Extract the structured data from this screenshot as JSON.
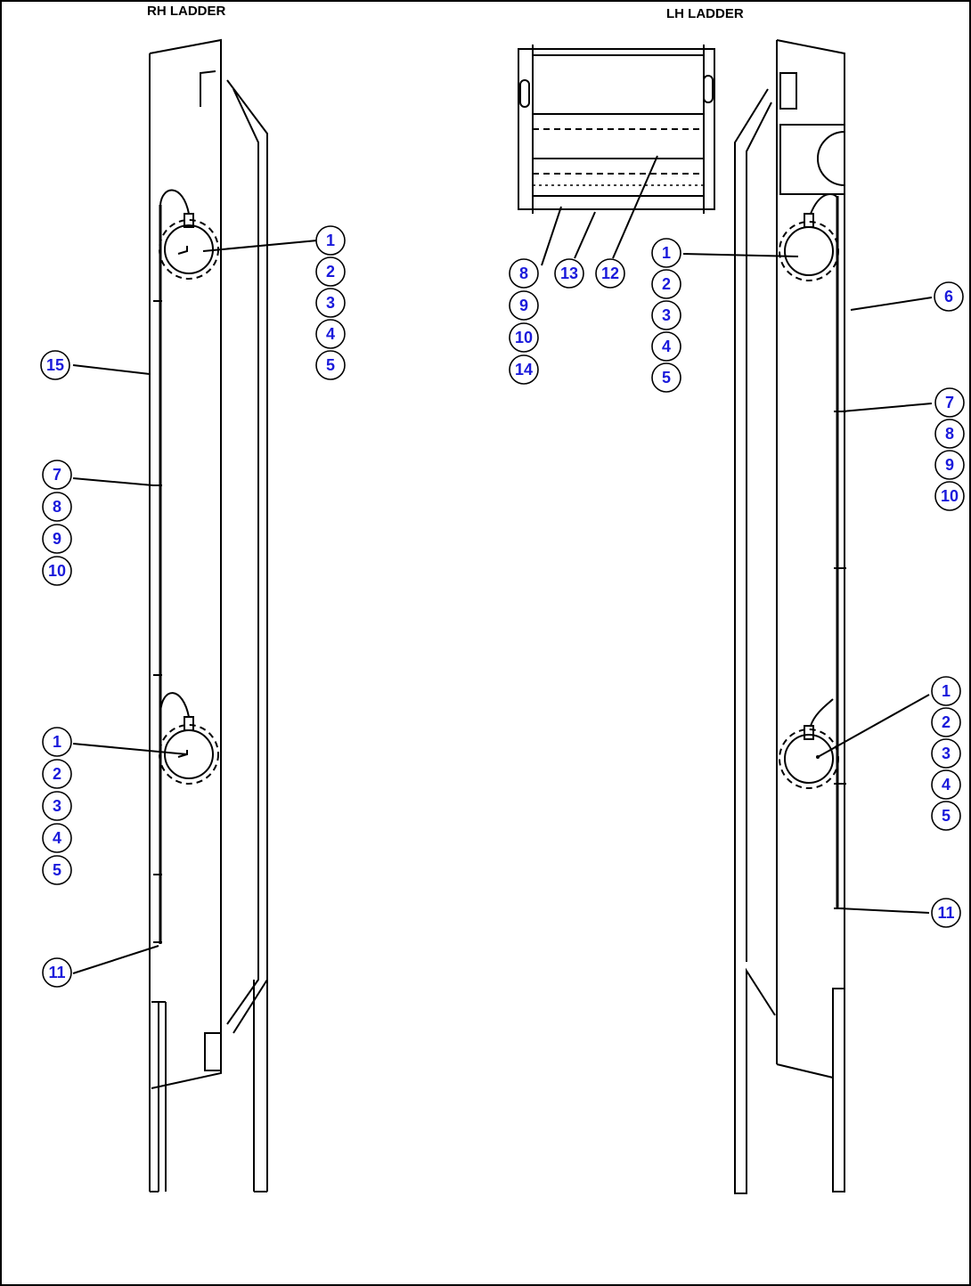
{
  "titles": {
    "rh": "RH LADDER",
    "lh": "LH LADDER"
  },
  "callouts": {
    "rh_top_group": [
      "1",
      "2",
      "3",
      "4",
      "5"
    ],
    "rh_left_15": "15",
    "rh_left_group": [
      "7",
      "8",
      "9",
      "10"
    ],
    "rh_bottom_group": [
      "1",
      "2",
      "3",
      "4",
      "5"
    ],
    "rh_bottom_11": "11",
    "lh_step_group": [
      "8",
      "9",
      "10",
      "14"
    ],
    "lh_step_13": "13",
    "lh_step_12": "12",
    "lh_top_group": [
      "1",
      "2",
      "3",
      "4",
      "5"
    ],
    "lh_right_6": "6",
    "lh_right_group": [
      "7",
      "8",
      "9",
      "10"
    ],
    "lh_bottom_group": [
      "1",
      "2",
      "3",
      "4",
      "5"
    ],
    "lh_bottom_11": "11"
  }
}
